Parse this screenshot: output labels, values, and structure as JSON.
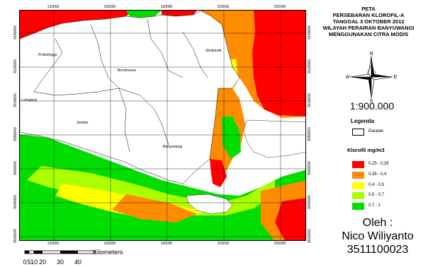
{
  "title": [
    "PETA",
    "PERSEBARAN KLOROFIL-A",
    "TANGGAL 3 OKTOBER 2012",
    "WILAYAH PERAIRAN BANYUWANGI",
    "MENGGUNAKAN CITRA MODIS"
  ],
  "north": {
    "n": "N",
    "e": "E",
    "s": "S",
    "w": "W"
  },
  "scale": "1:900.000",
  "legend": {
    "title": "Legenda",
    "land_label": "Daratan",
    "chlorophyll_title": "Klorofil mg/m3",
    "classes": [
      {
        "label": "0,25 - 0,35",
        "color": "#ff0000"
      },
      {
        "label": "0,35 - 0,4",
        "color": "#ff8c00"
      },
      {
        "label": "0,4 - 0,5",
        "color": "#ffff00"
      },
      {
        "label": "0,5 - 0,7",
        "color": "#aaff00"
      },
      {
        "label": "0,7 - 1",
        "color": "#00dd00"
      }
    ]
  },
  "author": {
    "line1": "Oleh :",
    "name": "Nico Wiliyanto",
    "id": "3511100023"
  },
  "scalebar": {
    "unit": "Kilometers",
    "labels": [
      "0",
      "5",
      "10",
      "20",
      "30",
      "40"
    ]
  },
  "grid": {
    "x_labels": [
      "130000",
      "160000",
      "190000",
      "220000",
      "250000"
    ],
    "y_labels": [
      "9140000",
      "9120000",
      "9100000",
      "9080000",
      "9060000",
      "9040000",
      "9020000"
    ]
  },
  "places": [
    "Probolinggo",
    "Situbondo",
    "Bondowoso",
    "Lumajang",
    "Jember",
    "Banyuwangi"
  ],
  "colors": {
    "sea_low": "#ff0000",
    "sea_mid": "#ff8c00",
    "sea_yellow": "#ffff00",
    "sea_light_green": "#aaff00",
    "sea_green": "#00dd00",
    "land": "#ffffff"
  }
}
